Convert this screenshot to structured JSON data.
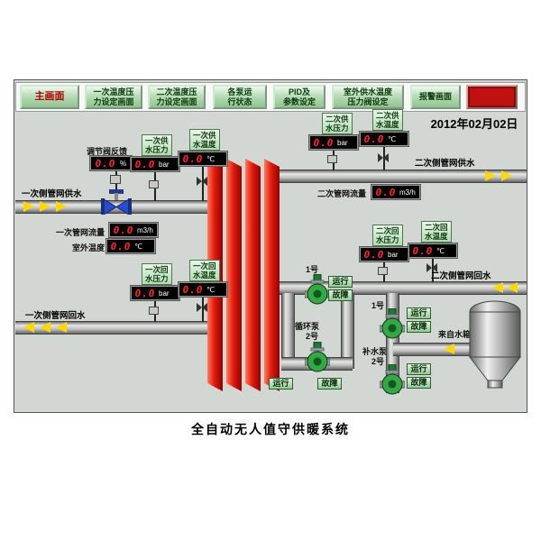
{
  "page": {
    "title": "全自动无人值守供暖系统",
    "date": "2012年02月02日"
  },
  "toolbar": {
    "buttons": [
      {
        "label": "主画面"
      },
      {
        "label": "一次温度压\n力设定画面"
      },
      {
        "label": "二次温度压\n力设定画面"
      },
      {
        "label": "各泵运\n行状态"
      },
      {
        "label": "PID及\n参数设定"
      },
      {
        "label": "室外供水温度\n压力阀设定"
      },
      {
        "label": "报警画面"
      }
    ]
  },
  "instruments": {
    "valve_feedback": {
      "label": "调节阀反馈",
      "value": "0.0",
      "unit": "%"
    },
    "primary_supply_pressure": {
      "label": "一次供\n水压力",
      "value": "0.0",
      "unit": "bar"
    },
    "primary_supply_temp": {
      "label": "一次供\n水温度",
      "value": "0.0",
      "unit": "℃"
    },
    "primary_flow": {
      "label": "一次管网流量",
      "value": "0.0",
      "unit": "m3/h"
    },
    "outdoor_temp": {
      "label": "室外温度",
      "value": "0.0",
      "unit": "℃"
    },
    "primary_return_pressure": {
      "label": "一次回\n水压力",
      "value": "0.0",
      "unit": "bar"
    },
    "primary_return_temp": {
      "label": "一次回\n水温度",
      "value": "0.0",
      "unit": "℃"
    },
    "secondary_supply_pressure": {
      "label": "二次供\n水压力",
      "value": "0.0",
      "unit": "bar"
    },
    "secondary_supply_temp": {
      "label": "二次供\n水温度",
      "value": "0.0",
      "unit": "℃"
    },
    "secondary_flow": {
      "label": "二次管网流量",
      "value": "0.0",
      "unit": "m3/h"
    },
    "secondary_return_pressure": {
      "label": "二次回\n水压力",
      "value": "0.0",
      "unit": "bar"
    },
    "secondary_return_temp": {
      "label": "二次回\n水温度",
      "value": "0.0",
      "unit": "℃"
    }
  },
  "pipes": {
    "primary_supply": "一次侧管网供水",
    "primary_return": "一次侧管网回水",
    "secondary_supply": "二次侧管网供水",
    "secondary_return": "二次侧管网回水"
  },
  "pumps": {
    "circulation": {
      "group_label": "循环泵",
      "pump1_label": "1号",
      "pump2_label": "2号",
      "run_label": "运行",
      "fault_label": "故障"
    },
    "makeup": {
      "group_label": "补水泵",
      "pump1_label": "1号",
      "pump2_label": "2号",
      "run_label": "运行",
      "fault_label": "故障"
    }
  },
  "tank": {
    "label": "来自水箱"
  },
  "colors": {
    "button_green": "#a9d6a9",
    "alarm_red": "#c01010",
    "lcd_value_red": "#ff2a2a",
    "exchanger_red": "#e31b0e",
    "pump_green": "#35a845",
    "valve_blue": "#2b4bd0",
    "arrow_yellow": "#ffd800",
    "panel_gray": "#d3d7d3"
  }
}
